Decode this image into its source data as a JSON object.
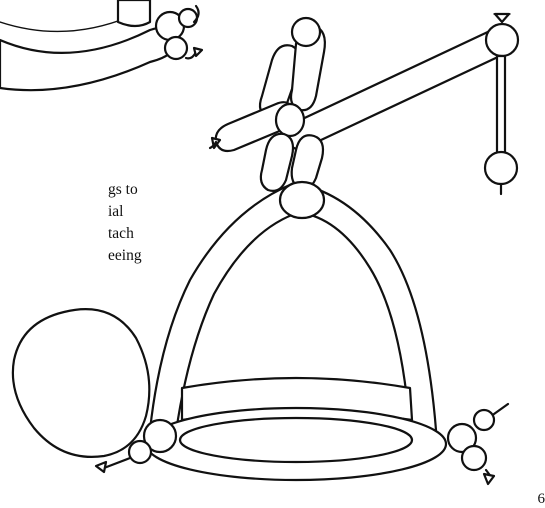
{
  "text_fragments": [
    "gs to",
    "ial",
    "tach",
    "eeing"
  ],
  "page_number_partial": "6",
  "colors": {
    "ink": "#111111",
    "paper": "#ffffff"
  }
}
